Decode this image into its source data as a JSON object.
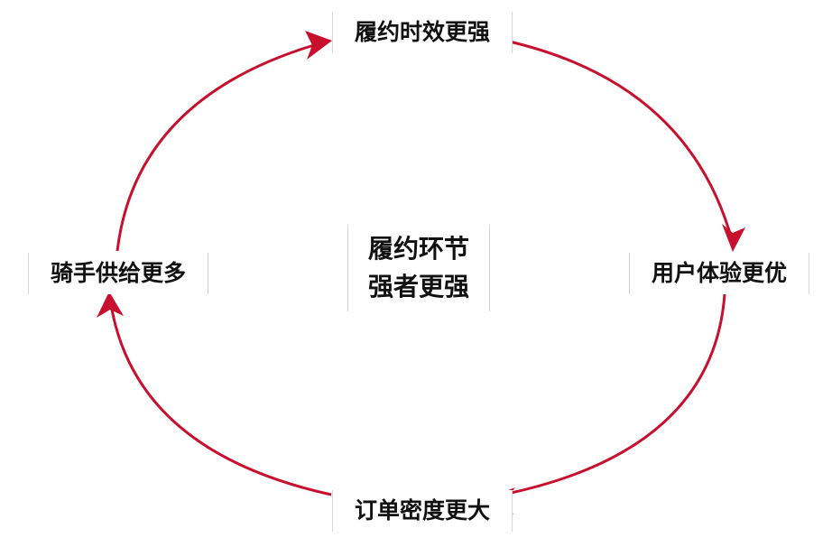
{
  "diagram": {
    "nodes": {
      "top": "履约时效更强",
      "right": "用户体验更优",
      "bottom": "订单密度更大",
      "left": "骑手供给更多"
    },
    "center": {
      "line1": "履约环节",
      "line2": "强者更强"
    },
    "arrow_color": "#c8102e"
  }
}
